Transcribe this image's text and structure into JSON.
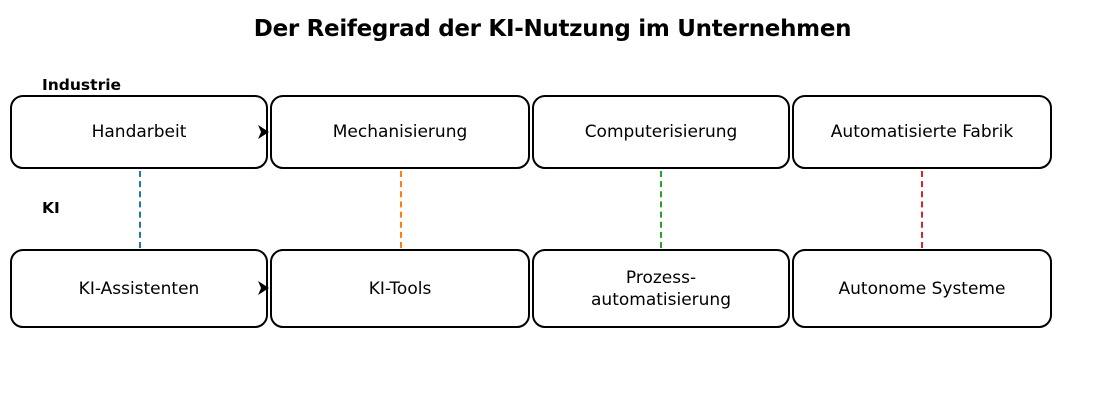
{
  "title": "Der Reifegrad der KI-Nutzung im Unternehmen",
  "rows": {
    "industrie": {
      "label": "Industrie",
      "boxes": [
        {
          "label": "Handarbeit"
        },
        {
          "label": "Mechanisierung"
        },
        {
          "label": "Computerisierung"
        },
        {
          "label": "Automatisierte Fabrik"
        }
      ]
    },
    "ki": {
      "label": "KI",
      "boxes": [
        {
          "label": "KI-Assistenten"
        },
        {
          "label": "KI-Tools"
        },
        {
          "label": "Prozess-\nautomatisierung"
        },
        {
          "label": "Autonome Systeme"
        }
      ]
    }
  },
  "connectors": [
    {
      "name": "connector-handarbeit-ki-assistenten",
      "color": "#1f77b4"
    },
    {
      "name": "connector-mechanisierung-ki-tools",
      "color": "#ff7f0e"
    },
    {
      "name": "connector-computerisierung-prozessautomatisierung",
      "color": "#2ca02c"
    },
    {
      "name": "connector-automatisierte-fabrik-autonome-systeme",
      "color": "#d62728"
    }
  ],
  "colors": {
    "box_border": "#000000",
    "arrow": "#000000",
    "background": "#ffffff",
    "text": "#000000"
  }
}
